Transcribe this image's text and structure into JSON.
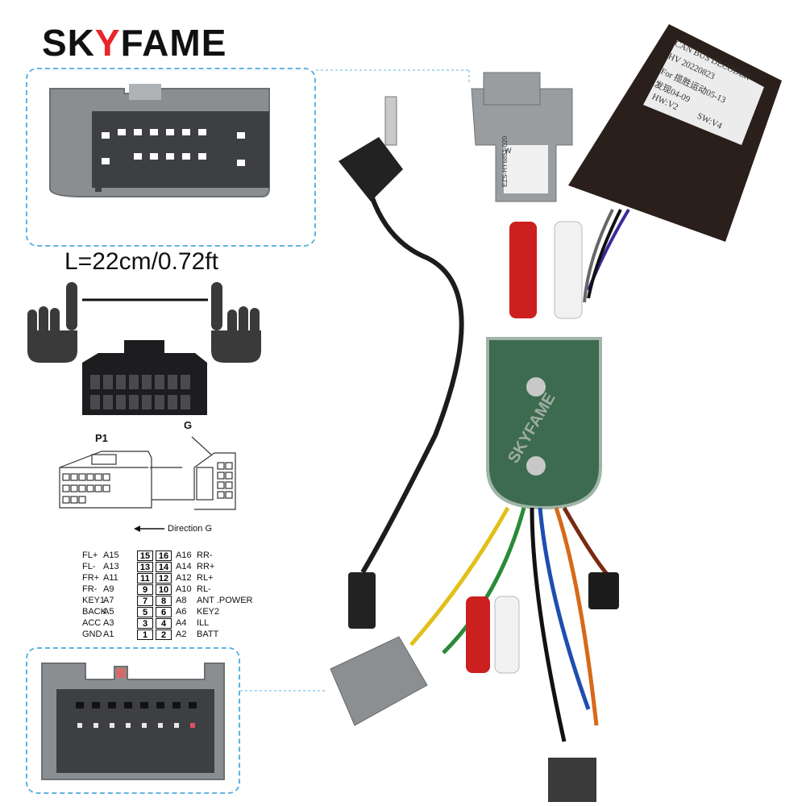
{
  "brand": {
    "prefix": "SK",
    "accent": "Y",
    "suffix": "FAME"
  },
  "length_label": "L=22cm/0.72ft",
  "connector_labels": {
    "p1": "P1",
    "g": "G",
    "direction": "Direction G"
  },
  "pinout": {
    "left": [
      {
        "name": "FL+",
        "code": "A15"
      },
      {
        "name": "FL-",
        "code": "A13"
      },
      {
        "name": "FR+",
        "code": "A11"
      },
      {
        "name": "FR-",
        "code": "A9"
      },
      {
        "name": "KEY1",
        "code": "A7"
      },
      {
        "name": "BACK",
        "code": "A5"
      },
      {
        "name": "ACC",
        "code": "A3"
      },
      {
        "name": "GND",
        "code": "A1"
      }
    ],
    "pins_left": [
      "15",
      "13",
      "11",
      "9",
      "7",
      "5",
      "3",
      "1"
    ],
    "pins_right": [
      "16",
      "14",
      "12",
      "10",
      "8",
      "6",
      "4",
      "2"
    ],
    "right": [
      {
        "code": "A16",
        "name": "RR-"
      },
      {
        "code": "A14",
        "name": "RR+"
      },
      {
        "code": "A12",
        "name": "RL+"
      },
      {
        "code": "A10",
        "name": "RL-"
      },
      {
        "code": "A8",
        "name": "ANT .POWER"
      },
      {
        "code": "A6",
        "name": "KEY2"
      },
      {
        "code": "A4",
        "name": "ILL"
      },
      {
        "code": "A2",
        "name": "BATT"
      }
    ]
  },
  "decoder": {
    "title": "CAN BUS DECODER",
    "line1": "HV  20220823",
    "line2": "For 揽胜运动05-13",
    "line3": "发现04-09",
    "hw": "HW:V2",
    "sw": "SW:V4"
  },
  "grey_label": {
    "top": "W",
    "code": "EZS-HY6851-020"
  },
  "watermark": "SKYFAME",
  "colors": {
    "accent": "#e8262b",
    "dashed": "#5fb3e0",
    "connector_grey": "#8a8d90"
  }
}
